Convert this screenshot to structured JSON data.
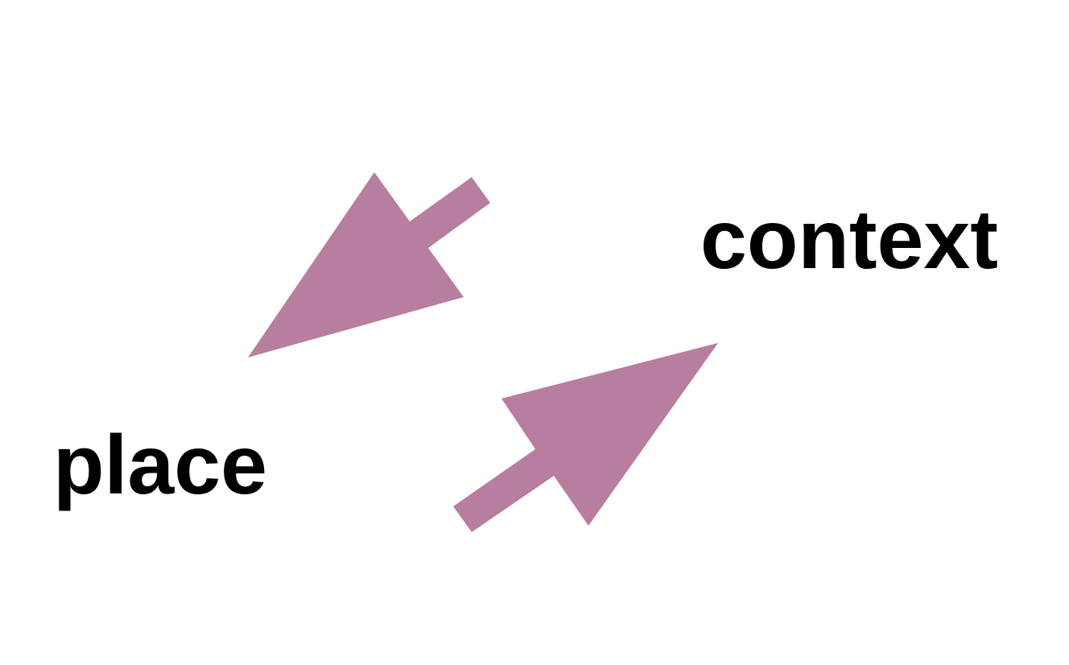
{
  "diagram": {
    "words": {
      "context": "context",
      "place": "place"
    },
    "colors": {
      "arrow": "#b87e9f",
      "text": "#000000",
      "background": "#ffffff"
    },
    "arrows": [
      {
        "name": "arrow-toward-place",
        "from": "context",
        "to": "place"
      },
      {
        "name": "arrow-toward-context",
        "from": "place",
        "to": "context"
      }
    ]
  }
}
